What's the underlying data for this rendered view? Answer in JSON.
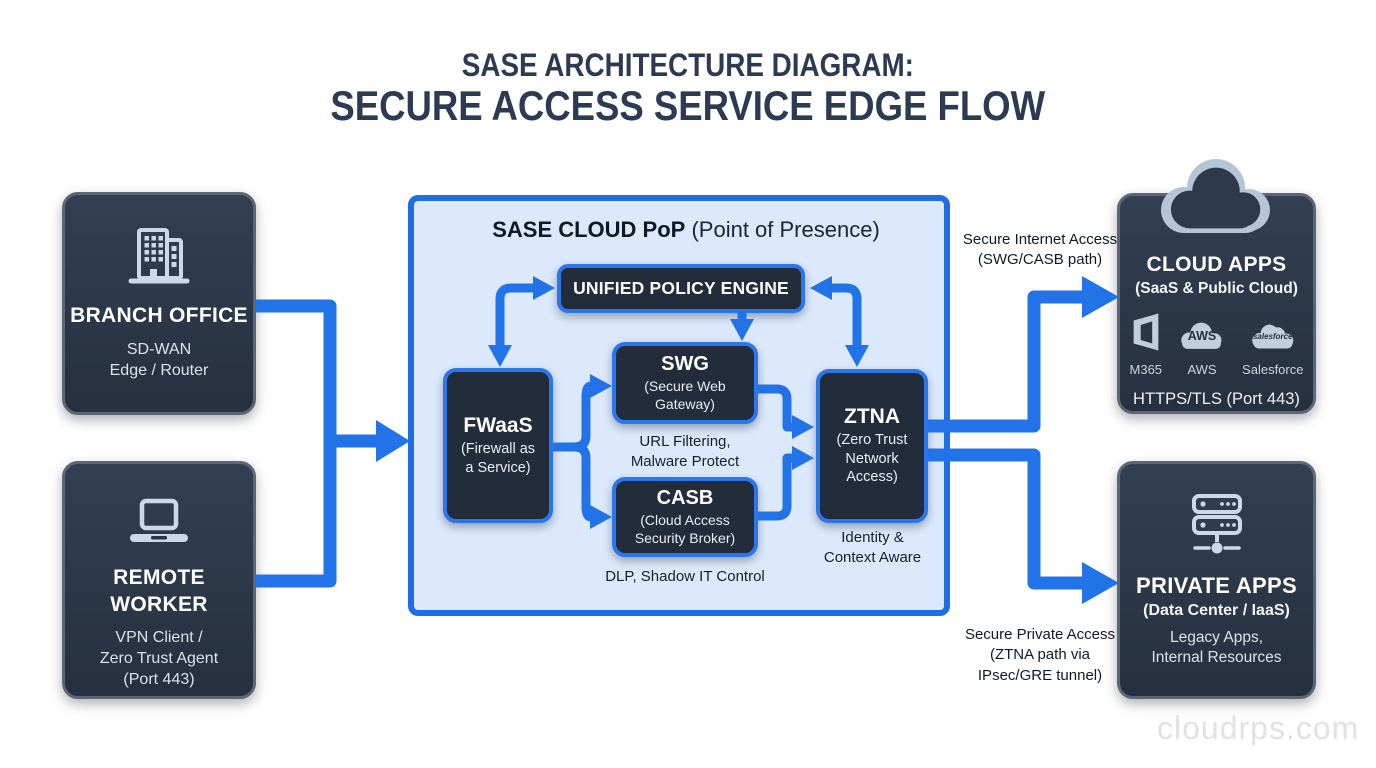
{
  "title": {
    "line1": "SASE ARCHITECTURE DIAGRAM:",
    "line2": "SECURE ACCESS SERVICE EDGE FLOW"
  },
  "sources": {
    "branch_office": {
      "title": "BRANCH OFFICE",
      "subtitle": [
        "SD-WAN",
        "Edge / Router"
      ],
      "icon": "building-icon"
    },
    "remote_worker": {
      "title": [
        "REMOTE",
        "WORKER"
      ],
      "subtitle": [
        "VPN Client /",
        "Zero Trust Agent",
        "(Port 443)"
      ],
      "icon": "laptop-icon"
    }
  },
  "sase_pop": {
    "title_bold": "SASE CLOUD PoP",
    "title_rest": " (Point of Presence)",
    "unified_policy_engine": "UNIFIED POLICY ENGINE",
    "fwaas": {
      "name": "FWaaS",
      "desc": [
        "(Firewall as",
        "a Service)"
      ]
    },
    "swg": {
      "name": "SWG",
      "desc": [
        "(Secure Web",
        "Gateway)"
      ],
      "caption": [
        "URL Filtering,",
        "Malware Protect"
      ]
    },
    "casb": {
      "name": "CASB",
      "desc": [
        "(Cloud Access",
        "Security Broker)"
      ],
      "caption": "DLP, Shadow IT Control"
    },
    "ztna": {
      "name": "ZTNA",
      "desc": [
        "(Zero Trust",
        "Network",
        "Access)"
      ],
      "caption": [
        "Identity &",
        "Context Aware"
      ]
    }
  },
  "paths": {
    "internet": [
      "Secure Internet Access",
      "(SWG/CASB path)"
    ],
    "private": [
      "Secure Private Access",
      "(ZTNA path via",
      "IPsec/GRE tunnel)"
    ]
  },
  "destinations": {
    "cloud_apps": {
      "title": "CLOUD APPS",
      "subtitle": "(SaaS & Public Cloud)",
      "icon": "cloud-icon",
      "logos": [
        {
          "label": "M365",
          "icon": "m365-logo"
        },
        {
          "label": "AWS",
          "logo_text": "AWS",
          "icon": "aws-cloud-logo"
        },
        {
          "label": "Salesforce",
          "logo_text": "salesforce",
          "icon": "salesforce-cloud-logo"
        }
      ],
      "footer": "HTTPS/TLS (Port 443)"
    },
    "private_apps": {
      "title": "PRIVATE APPS",
      "subtitle": "(Data Center / IaaS)",
      "icon": "server-icon",
      "desc": [
        "Legacy Apps,",
        "Internal Resources"
      ]
    }
  },
  "watermark": "cloudrps.com",
  "colors": {
    "accent_blue": "#2273e8",
    "sase_fill": "#dce9fc",
    "sase_border": "#1f6fe4",
    "dark_panel": "#28334a",
    "inner_panel": "#222c3b",
    "title_text": "#2c3a52",
    "icon_light": "#cdd9e8"
  }
}
